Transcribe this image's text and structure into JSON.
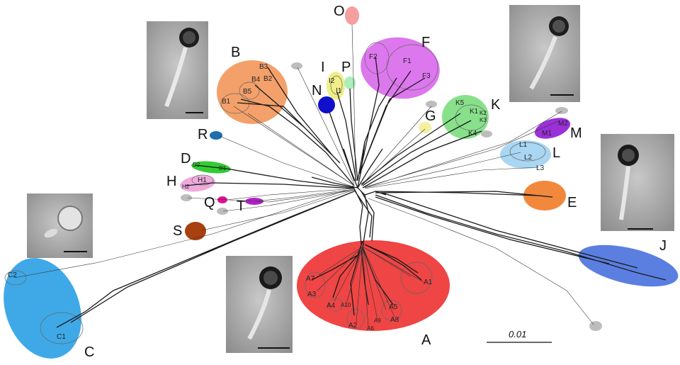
{
  "clusters": {
    "A": {
      "label": "A",
      "subs": [
        "A1",
        "A2",
        "A3",
        "A4",
        "A5",
        "A6",
        "A7",
        "A8",
        "A9",
        "A10"
      ],
      "color": "#ee3b3b"
    },
    "B": {
      "label": "B",
      "subs": [
        "B1",
        "B2",
        "B3",
        "B4",
        "B5"
      ],
      "color": "#f4a06a"
    },
    "C": {
      "label": "C",
      "subs": [
        "C1",
        "C2"
      ],
      "color": "#3fa9e8"
    },
    "D": {
      "label": "D",
      "subs": [
        "D1",
        "D2"
      ],
      "color": "#33cc33"
    },
    "E": {
      "label": "E",
      "color": "#f2883c"
    },
    "F": {
      "label": "F",
      "subs": [
        "F1",
        "F2",
        "F3"
      ],
      "color": "#dd77ee"
    },
    "G": {
      "label": "G",
      "color": "#f3f0a0"
    },
    "H": {
      "label": "H",
      "subs": [
        "H1",
        "H2"
      ],
      "color": "#eeaadd"
    },
    "I": {
      "label": "I",
      "subs": [
        "I1",
        "I2"
      ],
      "color": "#f0ee88"
    },
    "J": {
      "label": "J",
      "color": "#5b7fe0"
    },
    "K": {
      "label": "K",
      "subs": [
        "K1",
        "K2",
        "K3",
        "K4",
        "K5"
      ],
      "color": "#88e08a"
    },
    "L": {
      "label": "L",
      "subs": [
        "L1",
        "L2",
        "L3"
      ],
      "color": "#a9d6f2"
    },
    "M": {
      "label": "M",
      "subs": [
        "M1",
        "M2"
      ],
      "color": "#9b30d9"
    },
    "N": {
      "label": "N",
      "color": "#1010cc"
    },
    "O": {
      "label": "O",
      "color": "#f4a0a0"
    },
    "P": {
      "label": "P",
      "color": "#aaeebb"
    },
    "Q": {
      "label": "Q",
      "color": "#dd1199"
    },
    "R": {
      "label": "R",
      "color": "#1e6fb0"
    },
    "S": {
      "label": "S",
      "color": "#a8400f"
    },
    "T": {
      "label": "T",
      "color": "#b022c8"
    }
  },
  "scale_bar": {
    "label": "0.01"
  },
  "micrographs": [
    "phage-micrograph-top-left",
    "phage-micrograph-top-right",
    "phage-micrograph-left",
    "phage-micrograph-bottom",
    "phage-micrograph-right"
  ]
}
